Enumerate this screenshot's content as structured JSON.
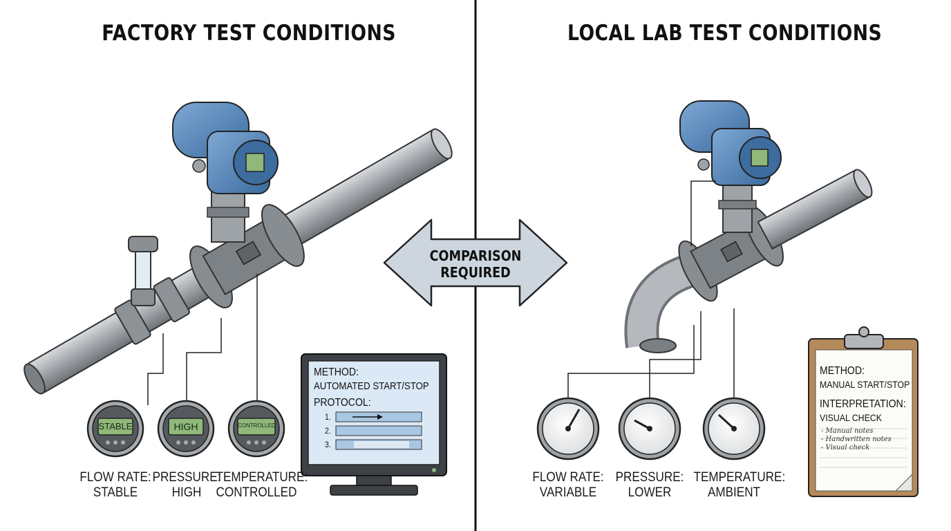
{
  "factory": {
    "title": "FACTORY TEST CONDITIONS",
    "displays": [
      {
        "readout": "STABLE",
        "label_line1": "FLOW RATE:",
        "label_line2": "STABLE"
      },
      {
        "readout": "HIGH",
        "label_line1": "PRESSURE:",
        "label_line2": "HIGH"
      },
      {
        "readout": "CONTROLLED",
        "label_line1": "TEMPERATURE:",
        "label_line2": "CONTROLLED"
      }
    ],
    "monitor": {
      "method_label": "METHOD:",
      "method_value": "AUTOMATED START/STOP",
      "protocol_label": "PROTOCOL:",
      "steps": [
        "1.",
        "2.",
        "3."
      ]
    }
  },
  "comparison": {
    "line1": "COMPARISON",
    "line2": "REQUIRED"
  },
  "lab": {
    "title": "LOCAL LAB TEST CONDITIONS",
    "gauges": [
      {
        "label_line1": "FLOW RATE:",
        "label_line2": "VARIABLE"
      },
      {
        "label_line1": "PRESSURE:",
        "label_line2": "LOWER"
      },
      {
        "label_line1": "TEMPERATURE:",
        "label_line2": "AMBIENT"
      }
    ],
    "clipboard": {
      "method_label": "METHOD:",
      "method_value": "MANUAL START/STOP",
      "interp_label": "INTERPRETATION:",
      "interp_value": "VISUAL CHECK",
      "notes": [
        "- Manual notes",
        "- Handwritten notes",
        "- Visual check"
      ]
    }
  },
  "colors": {
    "transmitter_blue": "#4a7fb5",
    "pipe_gray": "#9ea3a8",
    "lcd_green": "#8fb87a",
    "screen_blue": "#dbe8f5",
    "arrow_fill": "#cdd6df",
    "clipboard_brown": "#b58a5a"
  }
}
